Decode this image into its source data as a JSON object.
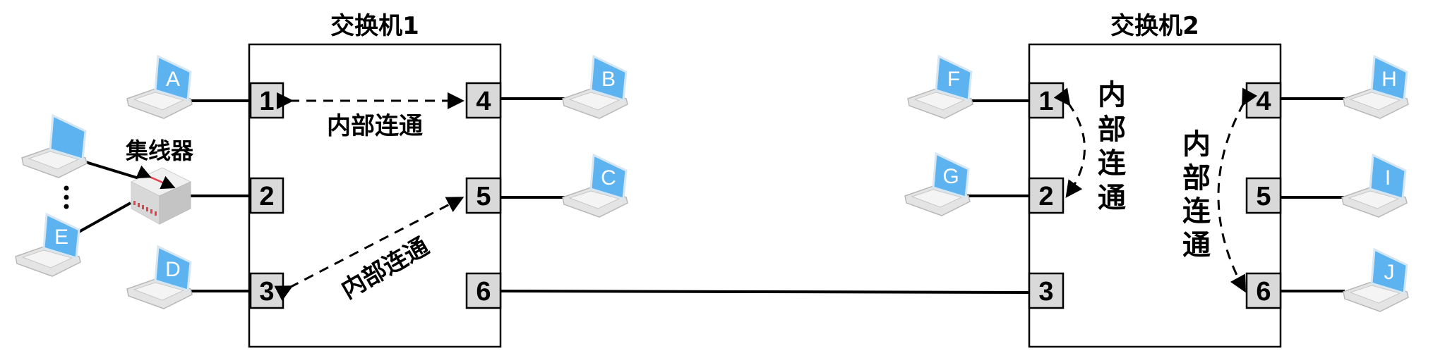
{
  "switch1": {
    "title": "交换机1",
    "ports": [
      "1",
      "2",
      "3",
      "4",
      "5",
      "6"
    ]
  },
  "switch2": {
    "title": "交换机2",
    "ports": [
      "1",
      "2",
      "3",
      "4",
      "5",
      "6"
    ]
  },
  "hub": {
    "label": "集线器"
  },
  "internal_label": "内部连通",
  "internal_chars": [
    "内",
    "部",
    "连",
    "通"
  ],
  "laptops": [
    "A",
    "B",
    "C",
    "D",
    "E",
    "F",
    "G",
    "H",
    "I",
    "J"
  ],
  "colors": {
    "screen": "#5cb3ef",
    "port": "#d9d9d9",
    "hub_accent": "#e8404a"
  }
}
